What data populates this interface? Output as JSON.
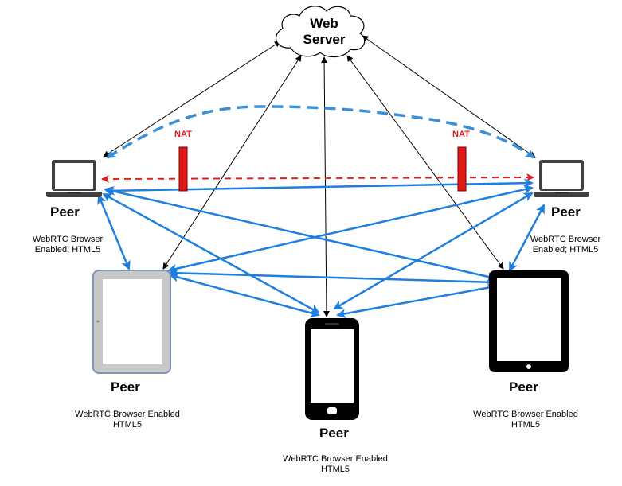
{
  "server": {
    "line1": "Web",
    "line2": "Server",
    "icon": "cloud-icon"
  },
  "nat": {
    "left": "NAT",
    "right": "NAT"
  },
  "peers": {
    "laptop_left": {
      "label": "Peer",
      "caption_line1": "WebRTC Browser",
      "caption_line2": "Enabled; HTML5",
      "icon": "laptop-icon"
    },
    "laptop_right": {
      "label": "Peer",
      "caption_line1": "WebRTC Browser",
      "caption_line2": "Enabled; HTML5",
      "icon": "laptop-icon"
    },
    "tablet_left": {
      "label": "Peer",
      "caption_line1": "WebRTC Browser Enabled",
      "caption_line2": "HTML5",
      "icon": "tablet-icon"
    },
    "phone": {
      "label": "Peer",
      "caption_line1": "WebRTC Browser Enabled",
      "caption_line2": "HTML5",
      "icon": "phone-icon"
    },
    "tablet_right": {
      "label": "Peer",
      "caption_line1": "WebRTC Browser Enabled",
      "caption_line2": "HTML5",
      "icon": "tablet-icon"
    }
  },
  "colors": {
    "p2p": "#1e7fe0",
    "nat": "#e02020",
    "signal": "#3a8fd8",
    "server_link": "#000000"
  }
}
